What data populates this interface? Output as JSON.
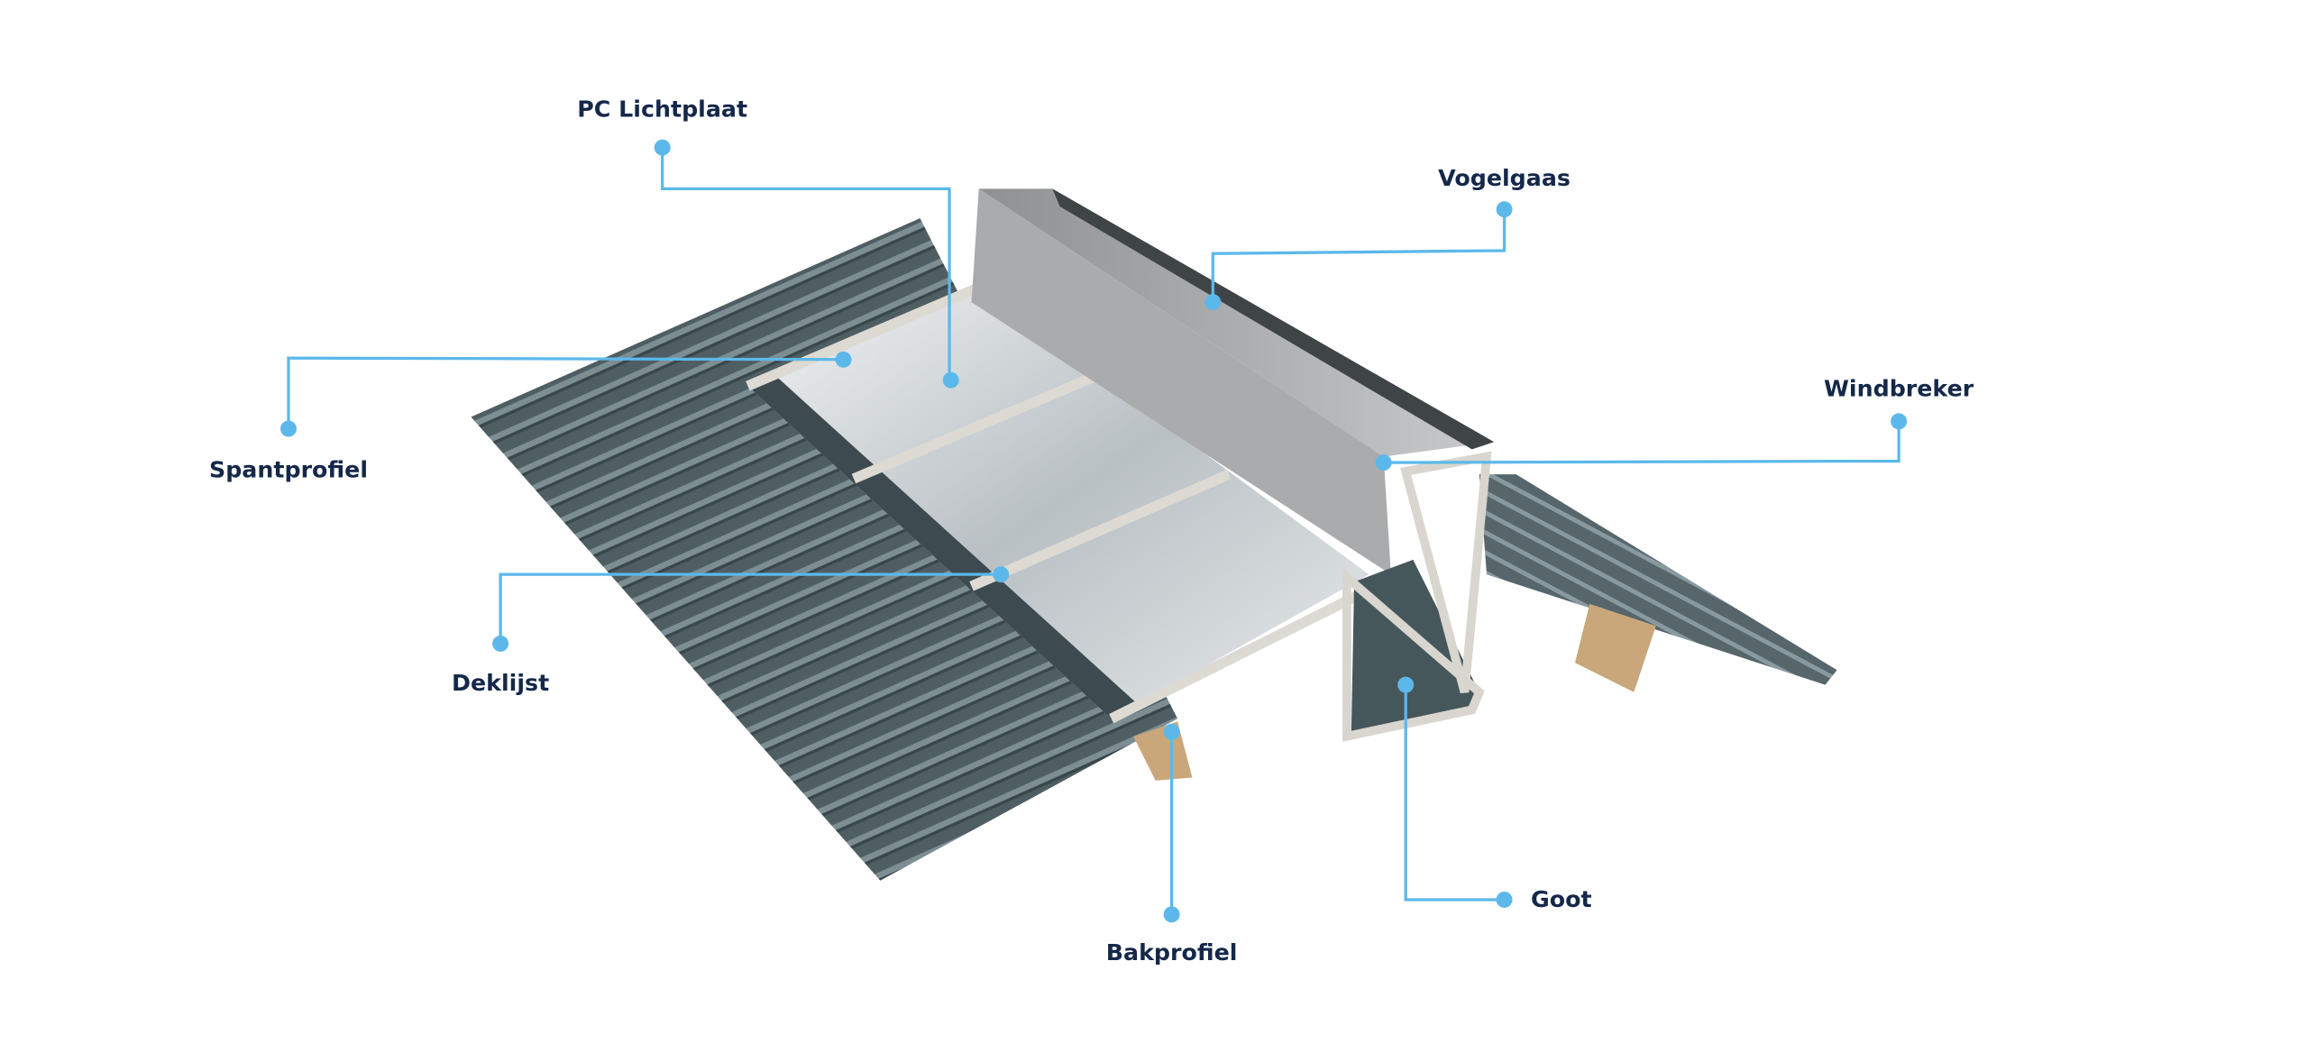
{
  "labels": {
    "pc_lichtplaat": "PC Lichtplaat",
    "vogelgaas": "Vogelgaas",
    "windbreker": "Windbreker",
    "spantprofiel": "Spantprofiel",
    "deklijst": "Deklijst",
    "bakprofiel": "Bakprofiel",
    "goot": "Goot"
  },
  "colors": {
    "label": "#14284a",
    "leader": "#5cb8ea",
    "roof": "#4e5d62",
    "frame": "#d8d6cf"
  }
}
